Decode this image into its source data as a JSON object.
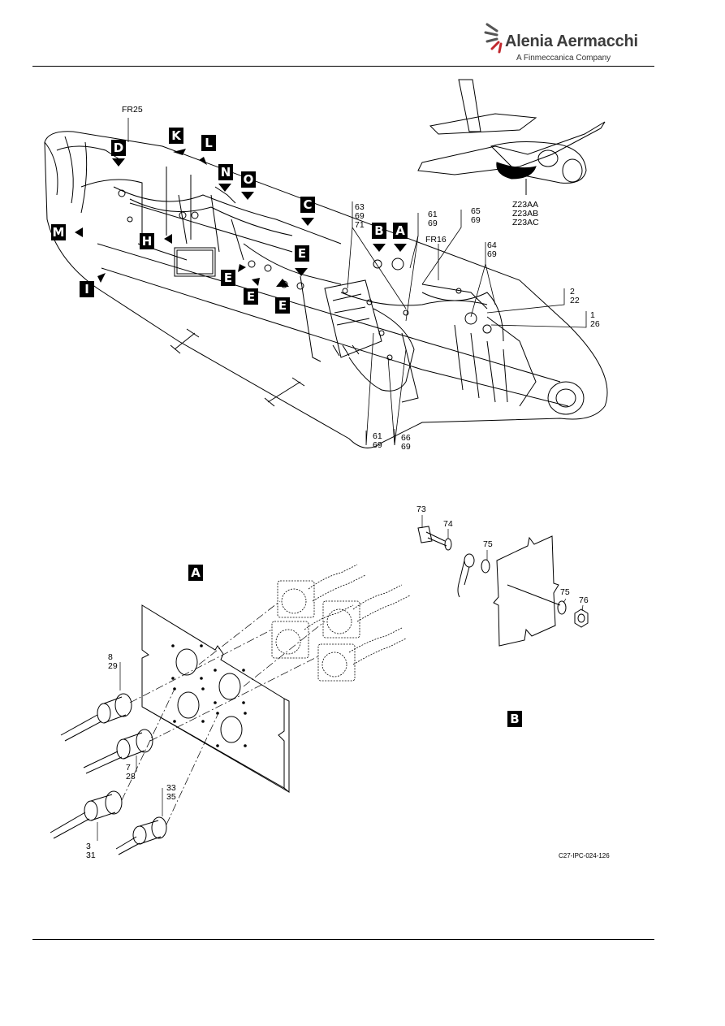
{
  "header": {
    "brand": "Alenia Aermacchi",
    "brand_sub": "A Finmeccanica Company"
  },
  "diagram": {
    "frame_labels": {
      "fr25": "FR25",
      "fr16": "FR16"
    },
    "effectivity": [
      "Z23AA",
      "Z23AB",
      "Z23AC"
    ],
    "detail_tags": {
      "D": "D",
      "K": "K",
      "L": "L",
      "N": "N",
      "O": "O",
      "C": "C",
      "B": "B",
      "A": "A",
      "M": "M",
      "H": "H",
      "I": "I",
      "E1": "E",
      "E2": "E",
      "E3": "E",
      "E4": "E"
    },
    "callouts": {
      "c63": "63\n69\n71",
      "c61a": "61\n69",
      "c65": "65\n69",
      "c64": "64\n69",
      "c2": "2\n22",
      "c1": "1\n26",
      "c61b": "61\n69",
      "c66": "66\n69",
      "c73": "73",
      "c74": "74",
      "c75a": "75",
      "c75b": "75",
      "c76": "76",
      "c8": "8\n29",
      "c7": "7\n28",
      "c33": "33\n35",
      "c3": "3\n31"
    },
    "view_labels": {
      "A": "A",
      "B": "B"
    },
    "figure_code": "C27-IPC-024-126"
  },
  "colors": {
    "ink": "#000000",
    "brand_red": "#c0272d",
    "paper": "#ffffff"
  }
}
